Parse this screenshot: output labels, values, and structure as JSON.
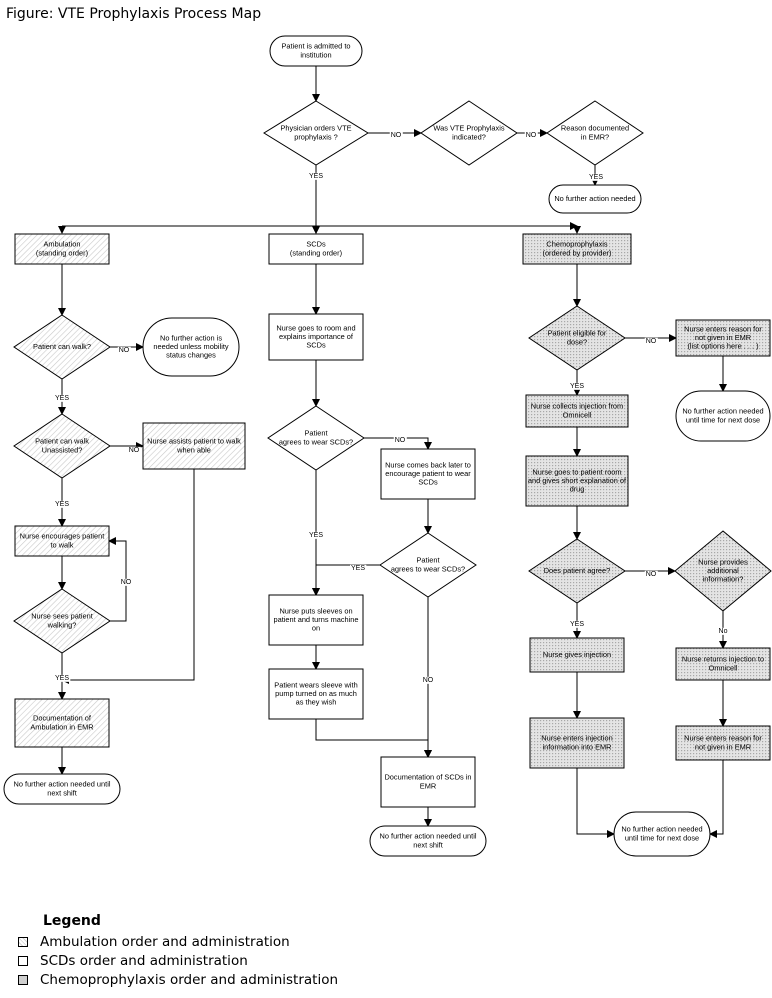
{
  "title": "Figure: VTE Prophylaxis Process Map",
  "nodes": {
    "start": [
      "Patient is admitted to",
      "institution"
    ],
    "phys_orders": [
      "Physician orders VTE",
      "prophylaxis ?"
    ],
    "was_indicated": [
      "Was VTE Prophylaxis",
      "indicated?"
    ],
    "reason_doc": [
      "Reason documented",
      "in EMR?"
    ],
    "no_action_top": [
      "No further action needed"
    ],
    "ambulation": [
      "Ambulation",
      "(standing order)"
    ],
    "scds": [
      "SCDs",
      "(standing order)"
    ],
    "chemo": [
      "Chemoprophylaxis",
      "(ordered by provider)"
    ],
    "can_walk": [
      "Patient can walk?"
    ],
    "no_action_mobility": [
      "No further action is",
      "needed unless mobility",
      "status changes"
    ],
    "walk_unassisted": [
      "Patient can walk",
      "Unassisted?"
    ],
    "nurse_assists": [
      "Nurse assists patient to walk",
      "when able"
    ],
    "nurse_encourages": [
      "Nurse encourages patient",
      "to walk"
    ],
    "sees_walking": [
      "Nurse sees patient",
      "walking?"
    ],
    "doc_ambulation": [
      "Documentation of",
      "Ambulation in EMR"
    ],
    "no_action_shift_amb": [
      "No further action needed until",
      "next shift"
    ],
    "nurse_room": [
      "Nurse goes to room and",
      "explains importance of",
      "SCDs"
    ],
    "agree_scd1": [
      "Patient",
      "agrees to wear SCDs?"
    ],
    "comes_back": [
      "Nurse comes back later to",
      "encourage patient to wear",
      "SCDs"
    ],
    "agree_scd2": [
      "Patient",
      "agrees to wear SCDs?"
    ],
    "puts_sleeves": [
      "Nurse puts sleeves on",
      "patient and turns machine",
      "on"
    ],
    "wears_sleeve": [
      "Patient wears sleeve with",
      "pump turned on as much",
      "as they wish"
    ],
    "doc_scds": [
      "Documentation of SCDs in",
      "EMR"
    ],
    "no_action_shift_scd": [
      "No further action needed until",
      "next shift"
    ],
    "eligible": [
      "Patient eligible for",
      "dose?"
    ],
    "reason_not_given": [
      "Nurse enters reason for",
      "not given in EMR",
      "(list options here . . . )"
    ],
    "no_action_next_dose1": [
      "No further action needed",
      "until time for next dose"
    ],
    "collects": [
      "Nurse collects injection from",
      "Omnicell"
    ],
    "goes_room": [
      "Nurse goes to patient room",
      "and gives short explanation of",
      "drug"
    ],
    "does_agree": [
      "Does patient agree?"
    ],
    "provides_info": [
      "Nurse provides",
      "additional",
      "information?"
    ],
    "gives_injection": [
      "Nurse gives injection"
    ],
    "returns_injection": [
      "Nurse returns injection to",
      "Omnicell"
    ],
    "enters_info": [
      "Nurse enters injection",
      "information into EMR"
    ],
    "enters_reason2": [
      "Nurse enters reason for",
      "not given in EMR"
    ],
    "no_action_next_dose2": [
      "No further action needed",
      "until time for next dose"
    ]
  },
  "labels": {
    "yes": "YES",
    "no": "NO",
    "no_lower": "No"
  },
  "legend": {
    "title": "Legend",
    "items": [
      "Ambulation order and administration",
      "SCDs order and administration",
      "Chemoprophylaxis order and administration"
    ]
  }
}
